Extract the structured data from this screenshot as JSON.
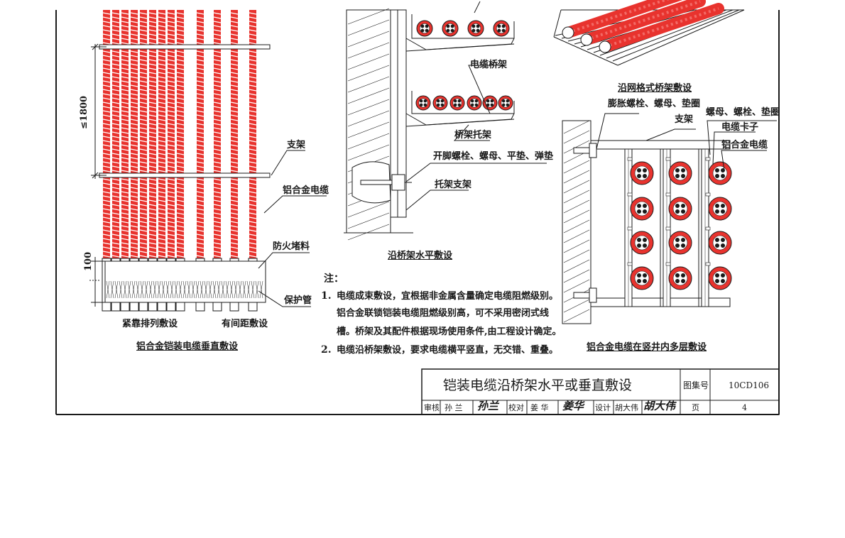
{
  "drawing": {
    "left_view": {
      "caption": "铝合金铠装电缆垂直敷设",
      "sub_left": "紧靠排列敷设",
      "sub_right": "有间距敷设",
      "dim_vertical": "≤1800",
      "dim_bottom": "100",
      "labels": {
        "bracket": "支架",
        "cable": "铝合金电缆",
        "fire_seal": "防火堵料",
        "protect_tube": "保护管"
      }
    },
    "middle_view": {
      "caption": "沿桥架水平敷设",
      "labels": {
        "tray": "电缆桥架",
        "tray_bracket": "桥架托架",
        "bolt": "开脚螺栓、螺母、平垫、弹垫",
        "support": "托架支架"
      }
    },
    "right_top_view": {
      "caption": "沿网格式桥架敷设"
    },
    "right_view": {
      "caption": "铝合金电缆在竖井内多层敷设",
      "labels": {
        "expansion_bolt": "膨胀螺栓、螺母、垫圈",
        "bracket": "支架",
        "nut": "螺母、螺栓、垫圈",
        "clamp": "电缆卡子",
        "cable": "铝合金电缆"
      }
    },
    "notes": {
      "heading": "注：",
      "items": [
        {
          "num": "1.",
          "lines": [
            "电缆成束敷设，宜根据非金属含量确定电缆阻燃级别。",
            "铝合金联锁铠装电缆阻燃级别高，可不采用密闭式线",
            "槽。桥架及其配件根据现场使用条件,由工程设计确定。"
          ]
        },
        {
          "num": "2.",
          "lines": [
            "电缆沿桥架敷设，要求电缆横平竖直，无交错、重叠。"
          ]
        }
      ]
    }
  },
  "title_block": {
    "title": "铠装电缆沿桥架水平或垂直敷设",
    "atlas_label": "图集号",
    "atlas_no": "10CD106",
    "review_label": "审核",
    "review_name": "孙 兰",
    "review_sig": "孙兰",
    "check_label": "校对",
    "check_name": "姜 华",
    "check_sig": "姜华",
    "design_label": "设计",
    "design_name": "胡大伟",
    "design_sig": "胡大伟",
    "page_label": "页",
    "page_no": "4"
  },
  "colors": {
    "cable_red": "#e8332e",
    "cable_pink": "#f26a66",
    "line": "#1a1a1a"
  }
}
